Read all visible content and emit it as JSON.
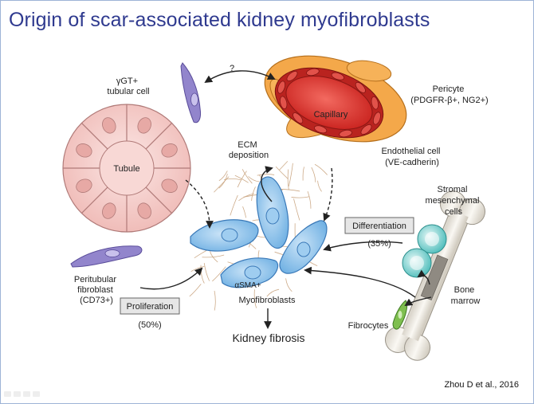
{
  "slide": {
    "title": "Origin of scar-associated kidney myofibroblasts",
    "citation": "Zhou D et al., 2016"
  },
  "diagram": {
    "question_mark": "?",
    "tubular_cell": [
      "γGT+",
      "tubular cell"
    ],
    "tubule": "Tubule",
    "capillary": "Capillary",
    "pericyte": [
      "Pericyte",
      "(PDGFR-β+, NG2+)"
    ],
    "endothelial_cell": [
      "Endothelial cell",
      "(VE-cadherin)"
    ],
    "ecm_deposition": [
      "ECM",
      "deposition"
    ],
    "stromal_cells": [
      "Stromal",
      "mesenchymal",
      "cells"
    ],
    "differentiation": {
      "label": "Differentiation",
      "percent": "(35%)"
    },
    "peritubular_fibroblast": [
      "Peritubular",
      "fibroblast",
      "(CD73+)"
    ],
    "proliferation": {
      "label": "Proliferation",
      "percent": "(50%)"
    },
    "asma": "αSMA+",
    "myofibroblasts": "Myofibroblasts",
    "bone_marrow": [
      "Bone",
      "marrow"
    ],
    "fibrocytes": "Fibrocytes",
    "kidney_fibrosis": "Kidney fibrosis"
  },
  "colors": {
    "title": "#2f3a8f",
    "tubule_fill": "#f4c9c6",
    "tubule_stroke": "#b07a78",
    "myofibroblast_fill": "#8cc1ea",
    "myofibroblast_stroke": "#3a79b8",
    "pericyte": "#f4a84a",
    "capillary": "#d93a34",
    "stromal": "#5cc4c2",
    "fibrocyte": "#7fbf4f",
    "fibroblast": "#8c7fc4",
    "bone": "#ede9e1",
    "ecm": "#c8a27c"
  },
  "icons": [
    "slide-navigation-controls"
  ]
}
